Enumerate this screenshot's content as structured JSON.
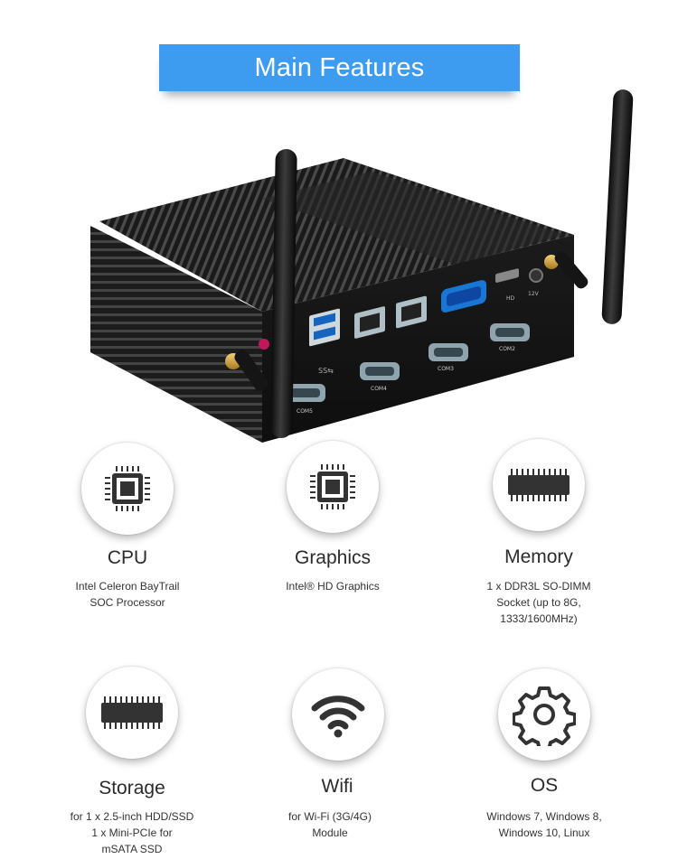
{
  "banner": {
    "title": "Main Features"
  },
  "product": {
    "port_labels": [
      "COM5",
      "COM4",
      "COM3",
      "COM2",
      "HD",
      "12V"
    ],
    "usb_label": "SS⇆"
  },
  "features": [
    {
      "id": "cpu",
      "icon": "cpu-chip-icon",
      "title": "CPU",
      "desc": [
        "Intel Celeron BayTrail",
        "SOC Processor"
      ]
    },
    {
      "id": "graphics",
      "icon": "gpu-chip-icon",
      "title": "Graphics",
      "desc": [
        "Intel® HD Graphics"
      ]
    },
    {
      "id": "memory",
      "icon": "ram-module-icon",
      "title": "Memory",
      "desc": [
        "1 x DDR3L SO-DIMM",
        "Socket (up to 8G,",
        "1333/1600MHz)"
      ]
    },
    {
      "id": "storage",
      "icon": "storage-module-icon",
      "title": "Storage",
      "desc": [
        "for 1 x 2.5-inch HDD/SSD",
        "1 x Mini-PCIe for",
        "mSATA SSD"
      ]
    },
    {
      "id": "wifi",
      "icon": "wifi-icon",
      "title": "Wifi",
      "desc": [
        "for  Wi-Fi (3G/4G)",
        "Module"
      ]
    },
    {
      "id": "os",
      "icon": "gear-icon",
      "title": "OS",
      "desc": [
        "Windows 7, Windows 8,",
        "Windows 10, Linux"
      ]
    }
  ]
}
